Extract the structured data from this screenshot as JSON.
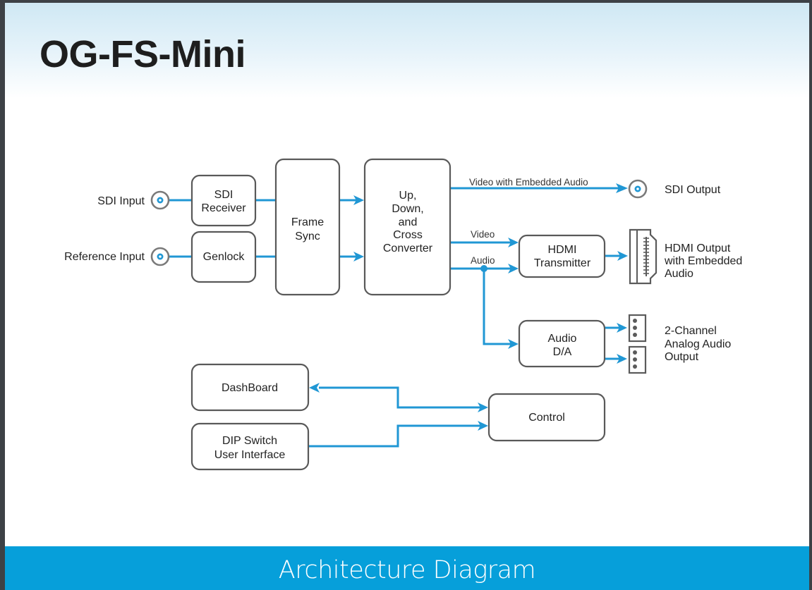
{
  "title": "OG-FS-Mini",
  "footer": "Architecture Diagram",
  "colors": {
    "accent": "#069fda",
    "wire": "#2097d4",
    "box_stroke": "#595959",
    "text": "#1e1e1e"
  },
  "inputs": {
    "sdi_input": "SDI Input",
    "reference_input": "Reference Input"
  },
  "blocks": {
    "sdi_receiver": [
      "SDI",
      "Receiver"
    ],
    "genlock": [
      "Genlock"
    ],
    "frame_sync": [
      "Frame",
      "Sync"
    ],
    "converter": [
      "Up,",
      "Down,",
      "and",
      "Cross",
      "Converter"
    ],
    "hdmi_transmitter": [
      "HDMI",
      "Transmitter"
    ],
    "audio_da": [
      "Audio",
      "D/A"
    ],
    "dashboard": [
      "DashBoard"
    ],
    "dip_switch": [
      "DIP Switch",
      "User Interface"
    ],
    "control": [
      "Control"
    ]
  },
  "signals": {
    "video_embedded": "Video with Embedded Audio",
    "video": "Video",
    "audio": "Audio"
  },
  "outputs": {
    "sdi_output": "SDI Output",
    "hdmi_output": [
      "HDMI Output",
      "with Embedded",
      "Audio"
    ],
    "analog_audio_output": [
      "2-Channel",
      "Analog Audio",
      "Output"
    ]
  },
  "icons": {
    "bnc_connector": "bnc-connector-icon",
    "hdmi_connector": "hdmi-port-icon",
    "audio_terminal": "terminal-block-icon"
  }
}
